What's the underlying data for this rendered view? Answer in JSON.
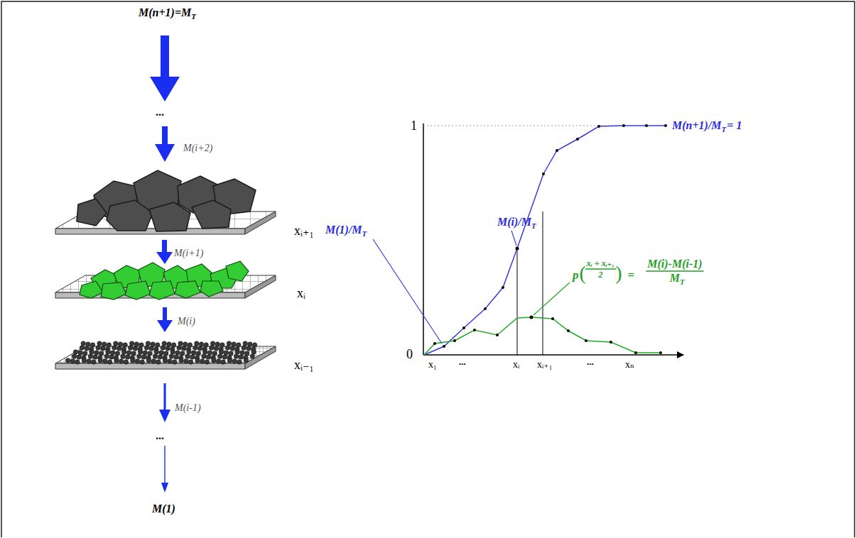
{
  "diagram": {
    "labels": [
      "M(n+1)=M",
      "T",
      "...",
      "M(i+2)",
      "xᵢ₊₁",
      "M(i+1)",
      "xᵢ",
      "M(i)",
      "xᵢ₋₁",
      "M(i-1)",
      "...",
      "M(1)",
      "1",
      "0",
      "x₁",
      "...",
      "xᵢ",
      "xᵢ₊₁",
      "...",
      "xₙ",
      "M(n+1)/M",
      "T",
      "= 1",
      "M(1)/M",
      "T",
      "M(i)/M",
      "T",
      "p",
      "(",
      "xᵢ + xᵢ₊₁",
      "2",
      ")",
      "=",
      "M(i)-M(i-1)",
      "M",
      "T"
    ]
  }
}
